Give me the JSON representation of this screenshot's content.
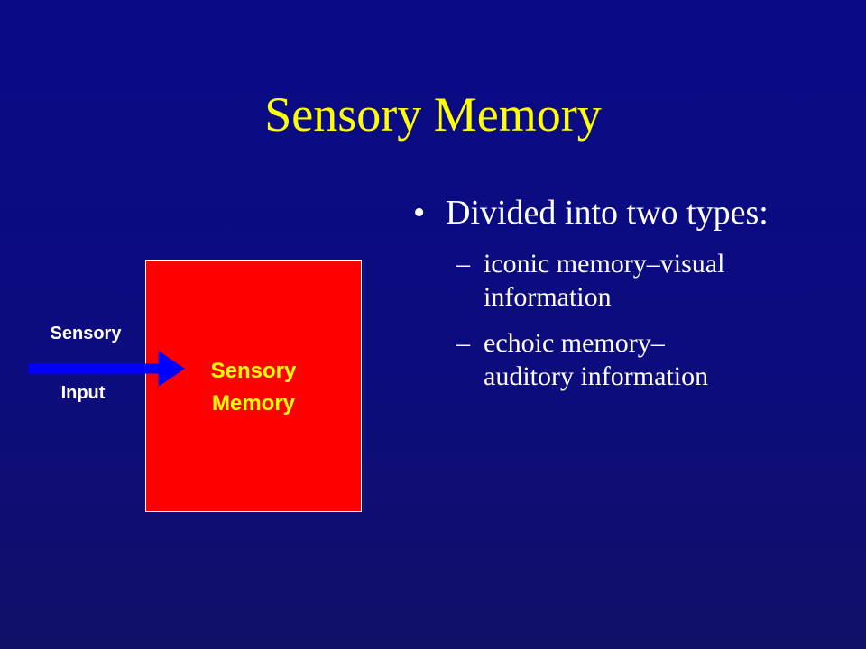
{
  "slide": {
    "title": "Sensory Memory",
    "bullet": "Divided into two types:",
    "sub_items": [
      {
        "line1": "iconic memory–visual",
        "line2": "information"
      },
      {
        "line1": "echoic memory–",
        "line2": "auditory information"
      }
    ]
  },
  "diagram": {
    "input_label_top": "Sensory",
    "input_label_bottom": "Input",
    "box_label_line1": "Sensory",
    "box_label_line2": "Memory",
    "colors": {
      "box_fill": "#ff0000",
      "box_text": "#ffff00",
      "arrow": "#0000ff",
      "background": "#0a0a86",
      "title": "#ffff00"
    }
  }
}
